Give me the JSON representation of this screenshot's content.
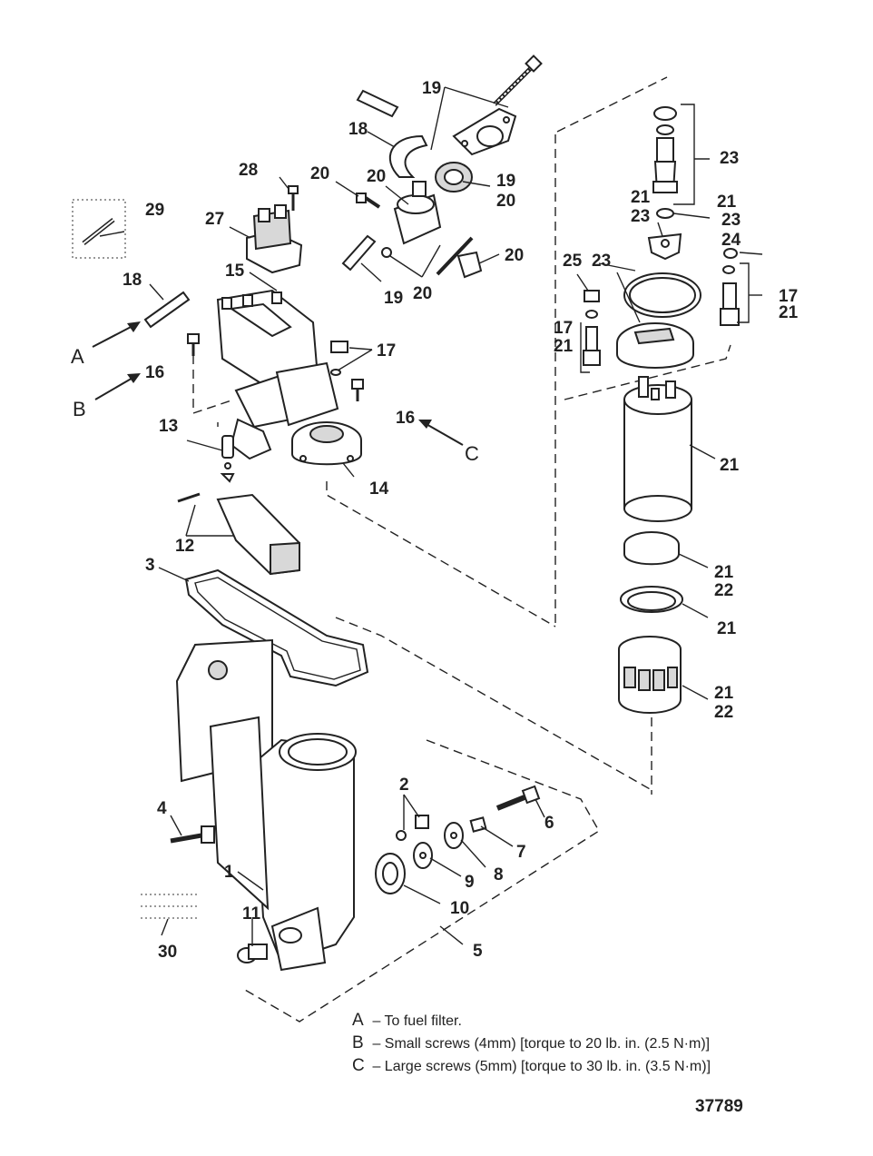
{
  "diagram": {
    "callouts": {
      "c1": "1",
      "c2": "2",
      "c3": "3",
      "c4": "4",
      "c5": "5",
      "c6": "6",
      "c7": "7",
      "c8": "8",
      "c9": "9",
      "c10": "10",
      "c11": "11",
      "c12": "12",
      "c13": "13",
      "c14": "14",
      "c15": "15",
      "c16a": "16",
      "c16b": "16",
      "c17a": "17",
      "c17b": "17",
      "c17c": "17",
      "c18a": "18",
      "c18b": "18",
      "c19a": "19",
      "c19b": "19",
      "c19c": "19",
      "c20a": "20",
      "c20b": "20",
      "c20c": "20",
      "c20d": "20",
      "c20e": "20",
      "c21a": "21",
      "c21b": "21",
      "c21c": "21",
      "c21d": "21",
      "c21e": "21",
      "c21f": "21",
      "c21g": "21",
      "c21h": "21",
      "c22a": "22",
      "c22b": "22",
      "c23a": "23",
      "c23b": "23",
      "c23c": "23",
      "c23d": "23",
      "c24": "24",
      "c25": "25",
      "c27": "27",
      "c28": "28",
      "c29": "29",
      "c30": "30"
    },
    "arrows": {
      "a": "A",
      "b": "B",
      "c": "C"
    },
    "legend": [
      {
        "key": "A",
        "text": "– To fuel filter."
      },
      {
        "key": "B",
        "text": "– Small screws (4mm) [torque to 20 lb. in. (2.5 N·m)]"
      },
      {
        "key": "C",
        "text": "– Large screws (5mm) [torque to 30 lb. in. (3.5 N·m)]"
      }
    ],
    "diagram_code": "37789"
  }
}
